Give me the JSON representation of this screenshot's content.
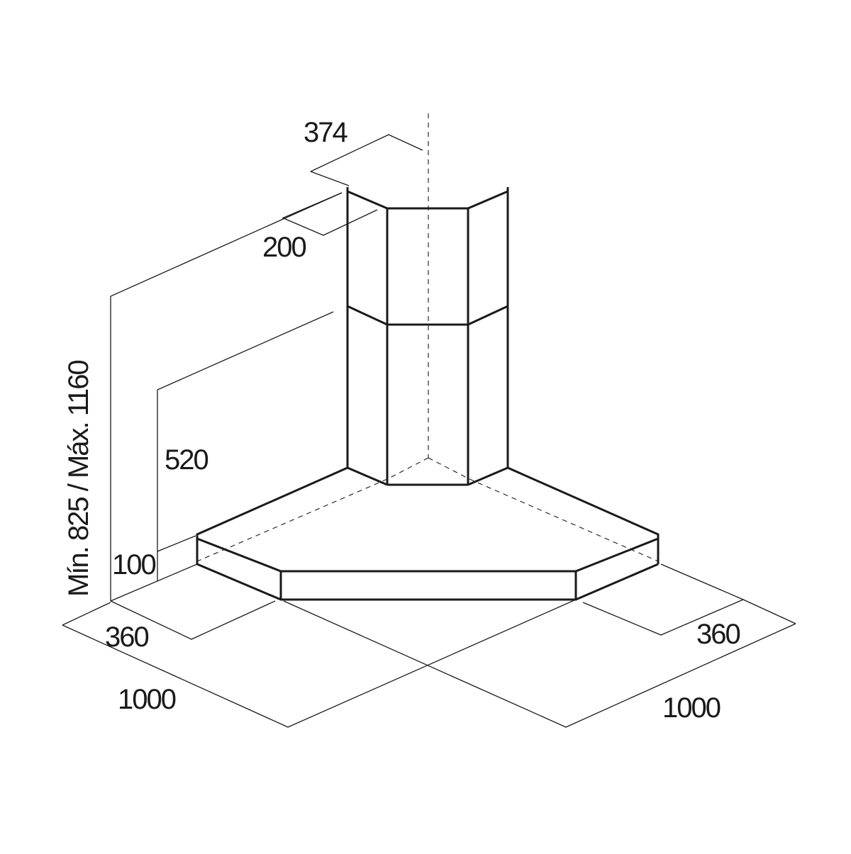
{
  "dimensions": {
    "chimney_width": "374",
    "chimney_depth": "200",
    "total_height": "Mín. 825 / Máx. 1160",
    "chimney_lower_height": "520",
    "canopy_height": "100",
    "canopy_depth_left": "360",
    "canopy_depth_right": "360",
    "width_left": "1000",
    "width_right": "1000"
  },
  "colors": {
    "line": "#1a1a1a",
    "background": "#ffffff"
  }
}
